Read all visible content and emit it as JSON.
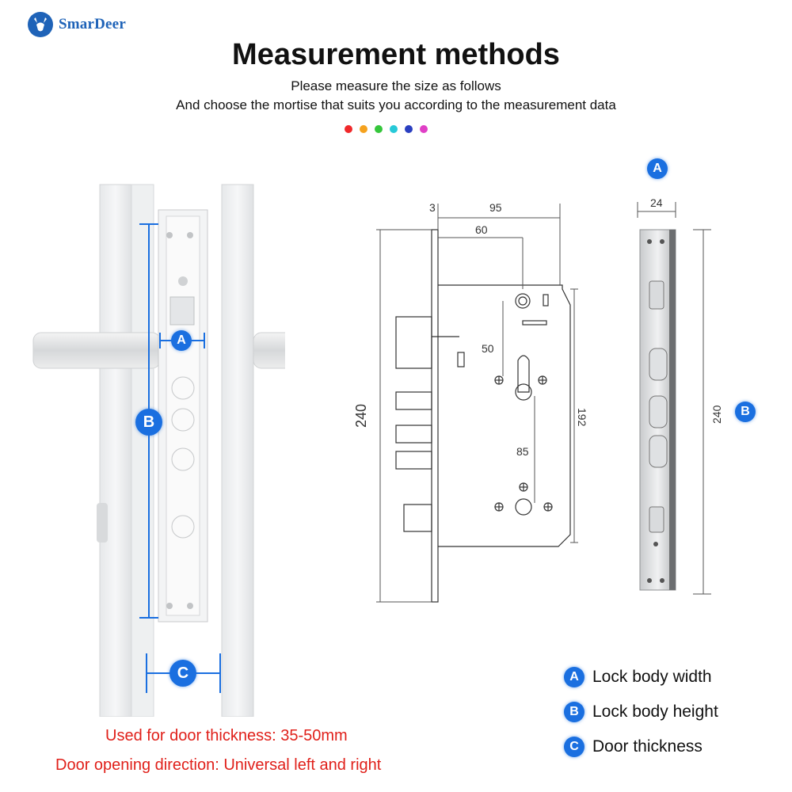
{
  "brand": {
    "name": "SmarDeer"
  },
  "header": {
    "title": "Measurement methods",
    "line1": "Please measure the size as follows",
    "line2": "And choose the mortise that suits you according to the measurement data"
  },
  "color_dots": [
    "#f0282a",
    "#f5a21e",
    "#35c63b",
    "#27c9d8",
    "#2a3fc0",
    "#e03fc6"
  ],
  "markers": {
    "a": "A",
    "b": "B",
    "c": "C"
  },
  "dimensions": {
    "offset": "3",
    "depth": "95",
    "backset": "60",
    "spacing_top": "50",
    "spacing_bottom": "85",
    "case_height": "192",
    "faceplate_height": "240",
    "faceplate_width": "24",
    "side_height": "240"
  },
  "legend": [
    {
      "letter": "A",
      "label": "Lock body width"
    },
    {
      "letter": "B",
      "label": "Lock body height"
    },
    {
      "letter": "C",
      "label": "Door thickness"
    }
  ],
  "notes": {
    "door_thickness": "Used for door thickness: 35-50mm",
    "direction": "Door opening direction: Universal left and right"
  },
  "colors": {
    "accent": "#1a6fe0",
    "brand": "#1f63b8",
    "note": "#e0201a"
  }
}
